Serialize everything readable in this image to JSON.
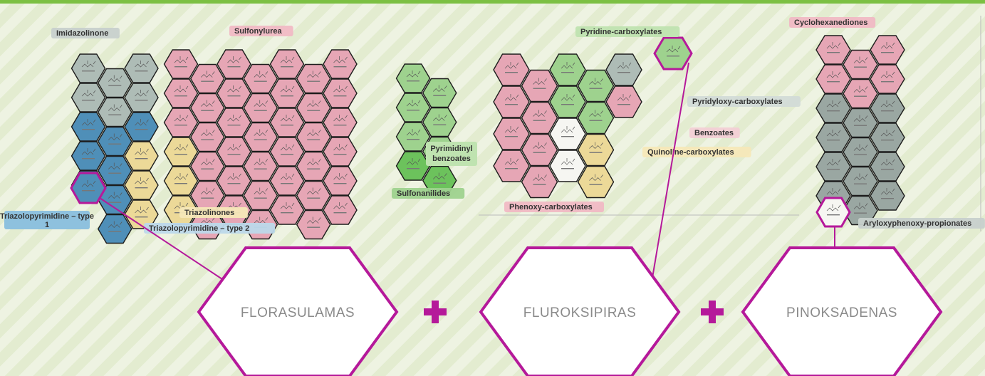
{
  "colors": {
    "accent": "#b5199a",
    "grey": "#aebcb6",
    "blue": "#4f8fb8",
    "pink": "#e6a6b5",
    "green": "#9ed28e",
    "yellow": "#ecd998",
    "white": "#f6f6f2",
    "darkgrey": "#9aa7a2",
    "bright_green": "#6cc25c"
  },
  "families": {
    "imidazolinone": "Imidazolinone",
    "sulfonylurea": "Sulfonylurea",
    "triazolopyrimidine_1": "Triazolopyrimidine – type 1",
    "triazolopyrimidine_2": "Triazolopyrimidine – type 2",
    "triazolinones": "Triazolinones",
    "pyrimidinyl_benzoates": "Pyrimidinyl benzoates",
    "sulfonanilides": "Sulfonanilides",
    "pyridine_carboxylates": "Pyridine-carboxylates",
    "pyridyloxy_carboxylates": "Pyridyloxy-carboxylates",
    "benzoates": "Benzoates",
    "quinoline_carboxylates": "Quinoline-carboxylates",
    "phenoxy_carboxylates": "Phenoxy-carboxylates",
    "cyclohexanediones": "Cyclohexanediones",
    "aryloxyphenoxy_propionates": "Aryloxyphenoxy-propionates"
  },
  "actives": [
    {
      "name": "FLORASULAMAS"
    },
    {
      "name": "FLUROKSIPIRAS"
    },
    {
      "name": "PINOKSADENAS"
    }
  ],
  "plus_sign": "+",
  "icons": {
    "plus": "plus-icon",
    "hex": "hexagon-icon"
  }
}
